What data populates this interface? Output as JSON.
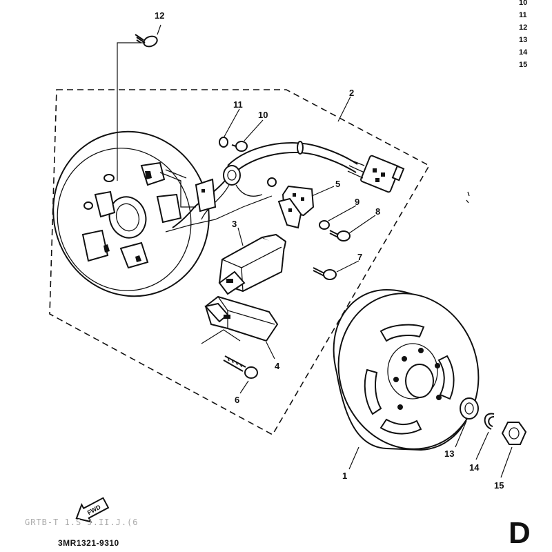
{
  "diagram": {
    "callouts": [
      "1",
      "2",
      "3",
      "4",
      "5",
      "6",
      "7",
      "8",
      "9",
      "10",
      "11",
      "12",
      "13",
      "14",
      "15"
    ],
    "legend_partial": [
      "10",
      "11",
      "12",
      "13",
      "14",
      "15"
    ],
    "fwd_label": "FWD",
    "faint_text": "GRTB-T 1.S J.II.J.(6",
    "code": "3MR1321-9310",
    "corner_letter": "D"
  }
}
